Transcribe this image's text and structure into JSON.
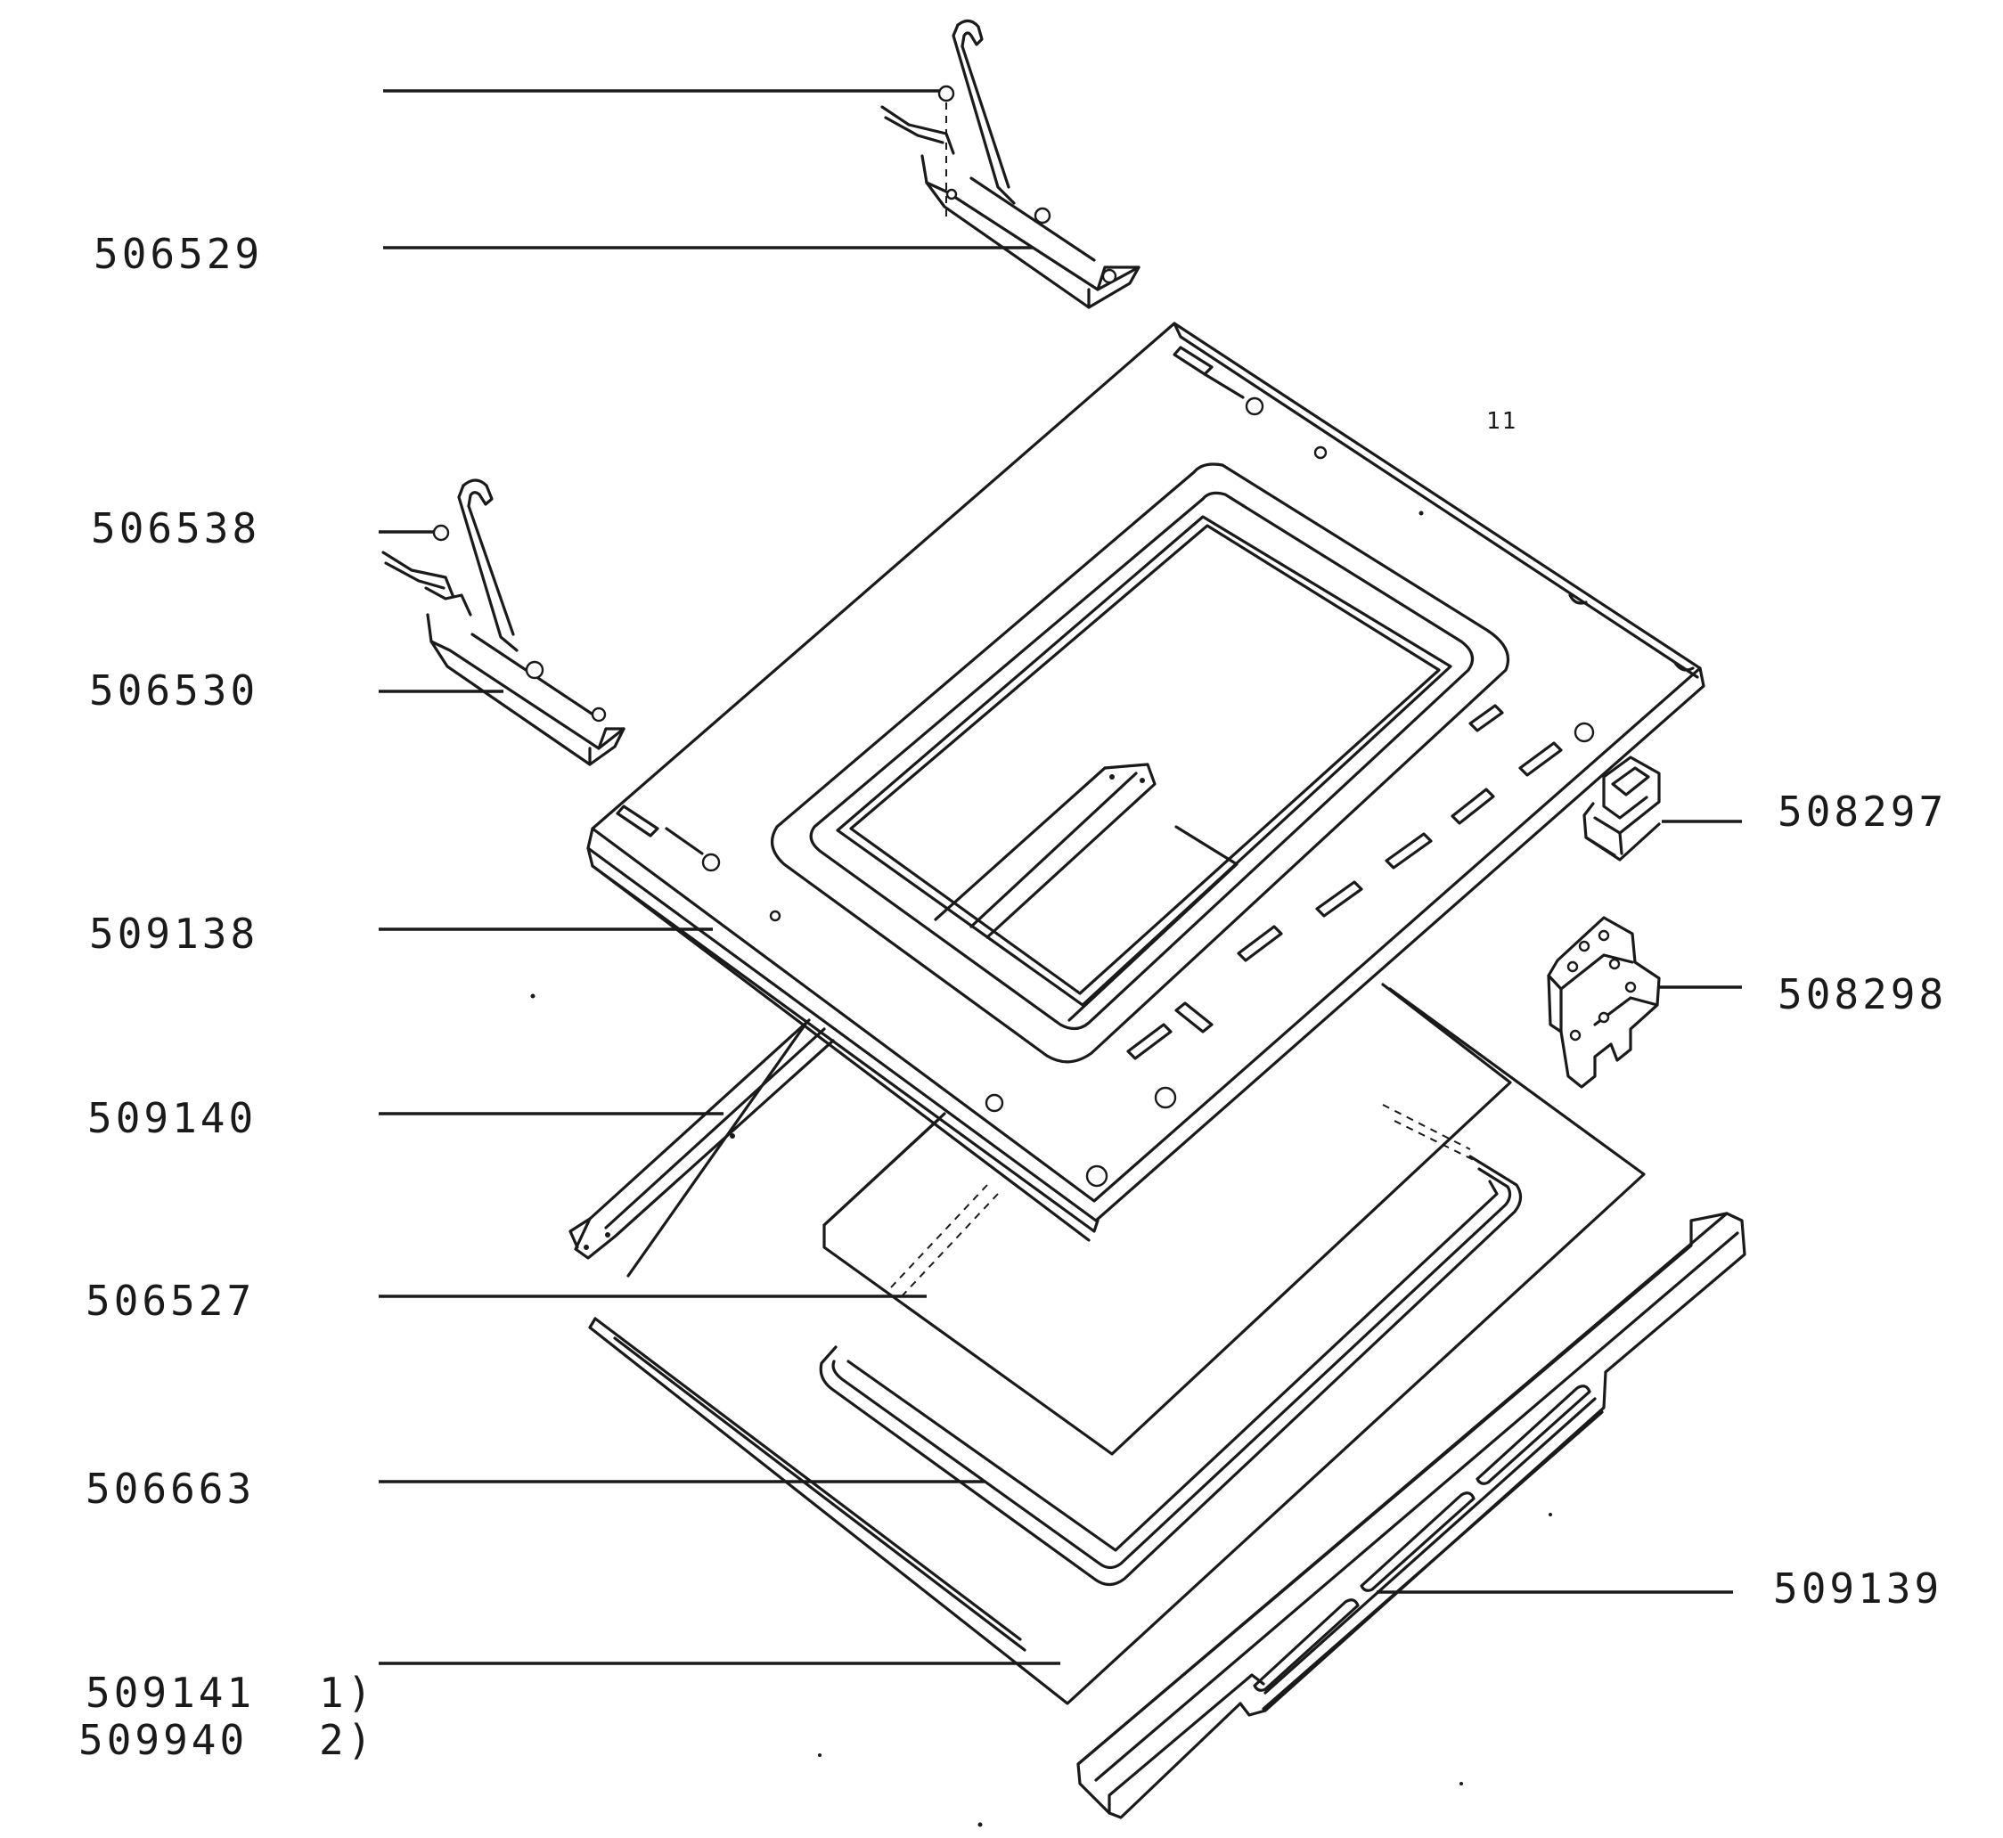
{
  "diagram": {
    "part_numbers": {
      "hinge_top": "506529",
      "hinge_bolt": "506538",
      "hinge_left": "506530",
      "inner_door_panel": "509138",
      "side_strip": "509140",
      "inner_glass": "506527",
      "glass_seal": "506663",
      "outer_glass_1": "509141",
      "outer_glass_2": "509940",
      "bracket_upper": "508297",
      "bracket_lower": "508298",
      "handle_strip": "509139"
    },
    "footnotes": {
      "note_1": "1)",
      "note_2": "2)"
    },
    "stray_mark": "11"
  }
}
